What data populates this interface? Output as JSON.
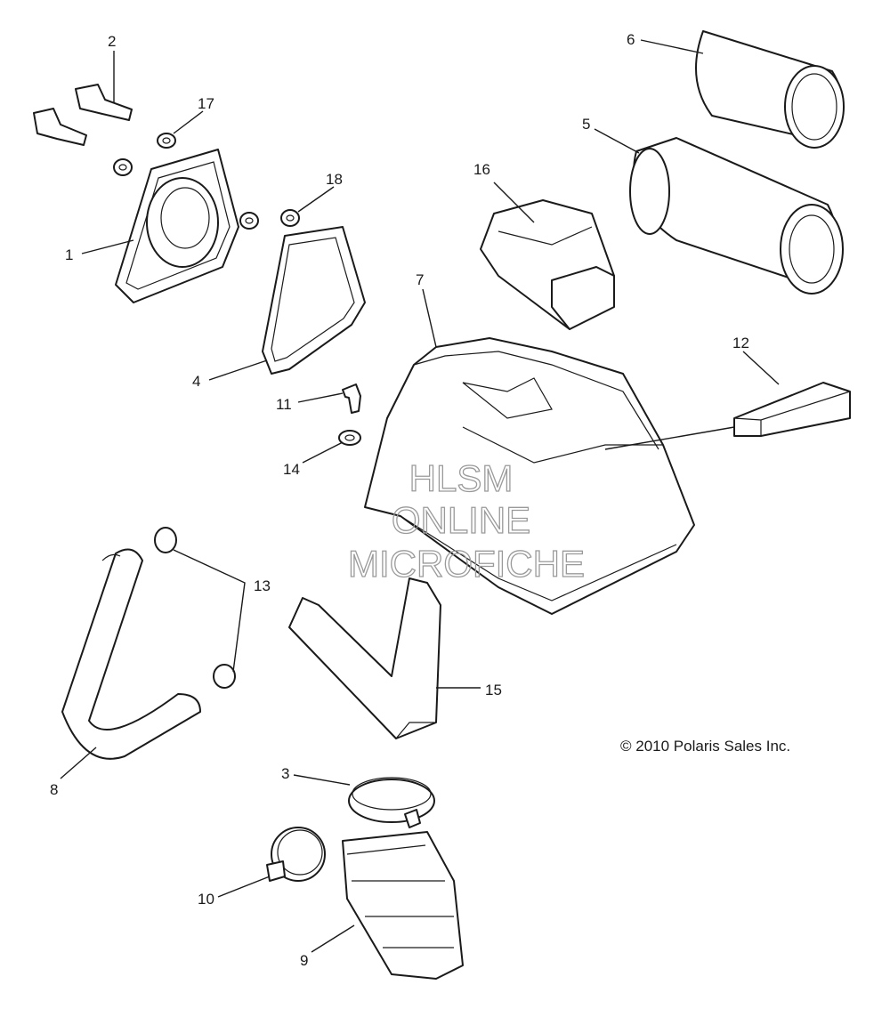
{
  "callouts": {
    "c1": "1",
    "c2": "2",
    "c3": "3",
    "c4": "4",
    "c5": "5",
    "c6": "6",
    "c7": "7",
    "c8": "8",
    "c9": "9",
    "c10": "10",
    "c11": "11",
    "c12": "12",
    "c13": "13",
    "c14": "14",
    "c15": "15",
    "c16": "16",
    "c17": "17",
    "c18": "18"
  },
  "watermark": {
    "line1": "HLSM",
    "line2": "ONLINE",
    "line3": "MICROFICHE"
  },
  "copyright": "© 2010 Polaris Sales Inc."
}
